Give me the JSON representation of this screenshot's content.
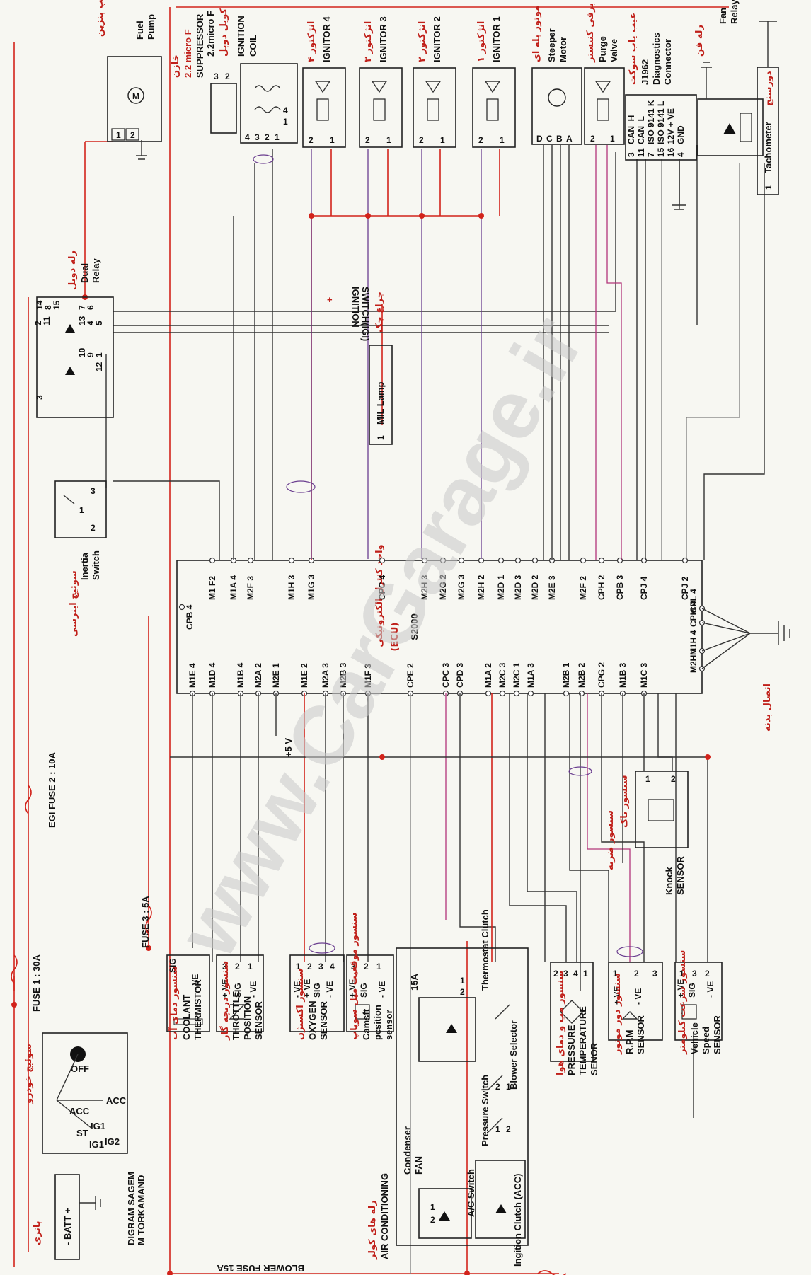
{
  "ecu": {
    "title_fa": "واحد کنترل الکترونیکی",
    "abbr": "(ECU)",
    "model": "S2000",
    "pins_top": [
      "M1 F2",
      "M1A 4",
      "M2F 3",
      "M1H 3",
      "M1G 3",
      "CPC 4",
      "M2H 3",
      "M2G 2",
      "M2G 3",
      "M2H 2",
      "M2D 1",
      "M2D 3",
      "M2D 2",
      "M2E 3",
      "M2F 2",
      "CPH 2",
      "CPB 3",
      "CPJ 4",
      "CPJ 2"
    ],
    "pins_bottom": [
      "M1E 4",
      "M1D 4",
      "M1B 4",
      "M2A 2",
      "M2E 1",
      "M1E 2",
      "M2A 3",
      "M2B 3",
      "M1F 3",
      "CPE 2",
      "CPC 3",
      "CPD 3",
      "M1A 2",
      "M2C 3",
      "M2C 1",
      "M1A 3",
      "M2B 1",
      "M2B 2",
      "CPG 2",
      "M1B 3",
      "M1C 3"
    ],
    "pin_left": "CPB 4",
    "pins_right": [
      "CPL 4",
      "CPM 4",
      "M1H 4",
      "M2H 1"
    ]
  },
  "body_ground_fa": "اتصال بدنه",
  "plus5v": "+5 V",
  "watermark": "www.CarGarage.ir",
  "battery": {
    "fa": "باتری",
    "label": "- BATT +"
  },
  "ignition_switch": {
    "fa": "سوئیچ خودرو",
    "positions": [
      "OFF",
      "ACC",
      "ACC",
      "IG1",
      "IG1",
      "ST",
      "IG2"
    ]
  },
  "credits": [
    "DIGRAM SAGEM",
    "M TORKAMAND"
  ],
  "fuses": {
    "f1": "FUSE 1 : 30A",
    "f2": "EGI FUSE 2 : 10A",
    "f3": "FUSE 3 : 5A",
    "blower": "BLOWER FUSE  15A",
    "ac15": "15A"
  },
  "inertia": {
    "fa": "سوئیچ اینرسی",
    "label": [
      "Inertia",
      "Switch"
    ],
    "pins": [
      "3",
      "2",
      "1"
    ]
  },
  "dual_relay": {
    "fa": "رله دوبل",
    "label": [
      "Dual",
      "Relay"
    ],
    "pins": [
      "14",
      "8",
      "15",
      "2",
      "11",
      "7",
      "6",
      "13",
      "4",
      "5",
      "10",
      "9",
      "1",
      "12",
      "3"
    ]
  },
  "fuel_pump": {
    "fa": "پمپ بنزین",
    "label": [
      "Fuel",
      "Pump"
    ],
    "pins": [
      "1",
      "2"
    ],
    "m": "M"
  },
  "coil": {
    "fa_top": "خازن",
    "cap_value": "2.2 micro F",
    "suppressor": "SUPPRESSOR",
    "cap_small": "2.2micro F",
    "fa": "کویل دوبل",
    "label": [
      "IGNITION",
      "COIL"
    ],
    "pins": [
      "3",
      "2",
      "4",
      "1",
      "4",
      "3",
      "2",
      "1"
    ]
  },
  "ignitors": [
    {
      "fa": "انژکتور ۴",
      "label": "IGNITOR 4",
      "pins": [
        "2",
        "1"
      ]
    },
    {
      "fa": "انژکتور ۳",
      "label": "IGNITOR 3",
      "pins": [
        "2",
        "1"
      ]
    },
    {
      "fa": "انژکتور ۲",
      "label": "IGNITOR 2",
      "pins": [
        "2",
        "1"
      ]
    },
    {
      "fa": "انژکتور ۱",
      "label": "IGNITOR 1",
      "pins": [
        "2",
        "1"
      ]
    }
  ],
  "stepper": {
    "fa": "موتور پله ای",
    "label": [
      "Steeper",
      "Motor"
    ],
    "pins": [
      "D",
      "C",
      "B",
      "A"
    ]
  },
  "purge": {
    "fa": "شیر برقی کنیستر",
    "label": [
      "Purge",
      "Valve"
    ],
    "pins": [
      "2",
      "1"
    ]
  },
  "diag": {
    "fa": "عیب یاب سوکت",
    "label": [
      "J1962",
      "Diagnostics",
      "Connector"
    ],
    "rows": [
      [
        "3",
        "CAN_H"
      ],
      [
        "11",
        "CAN_L"
      ],
      [
        "7",
        "ISO 9141 K"
      ],
      [
        "15",
        "ISO 9141 L"
      ],
      [
        "16",
        "12V + VE"
      ],
      [
        "4",
        "GND"
      ]
    ]
  },
  "fan_relay": {
    "fa": "رله فن",
    "label": [
      "Fan",
      "Relay"
    ]
  },
  "tacho": {
    "fa": "دورسنج",
    "label": "Tachometer",
    "pin": "1"
  },
  "mil": {
    "fa": "چراغ چک",
    "label": "MIL Lamp",
    "pin": "1",
    "ign": [
      "IGNITION",
      "SWITCH(IGI)"
    ],
    "plus": "+"
  },
  "coolant": {
    "fa": "سنسور دمای آب",
    "label": [
      "COOLANT",
      "THERMISTOR"
    ],
    "pins": [
      "SIG",
      "- VE"
    ]
  },
  "tps": {
    "fa": "سنسور دریچه گاز",
    "label": [
      "THROTTLE",
      "POSITION",
      "SENSOR"
    ],
    "pins": [
      "3",
      "2",
      "1",
      "+ VE",
      "SIG",
      "- VE"
    ]
  },
  "o2": {
    "fa": "سنسور اکسیژن",
    "label": [
      "OXYGEN",
      "SENSOR"
    ],
    "pins": [
      "1",
      "2",
      "3",
      "4",
      "- VE",
      "+ VE",
      "SIG",
      "- VE"
    ]
  },
  "cam": {
    "fa": "سنسور موقعیت میل سوپاپ",
    "label": [
      "Camsft",
      "pcsition",
      "sensor"
    ],
    "pins": [
      "3",
      "2",
      "1",
      "+ VE",
      "SIG",
      "- VE"
    ]
  },
  "ac": {
    "fa": "رله های کولر",
    "title": "AIR CONDITIONING",
    "condenser": [
      "Condenser",
      "FAN"
    ],
    "pressure": "Pressure Switch",
    "thermostat": "Thermostat Clutch",
    "blower": "Blower Selector",
    "acswitch": "A/C Switch",
    "ingition": "Ingition Clutch (ACC)",
    "nums": [
      "1",
      "2",
      "2",
      "1",
      "1",
      "2",
      "1",
      "2"
    ]
  },
  "map": {
    "fa": "سنسور مپ و دمای هوا",
    "label": [
      "PRESSURE",
      "TEMPERATURE",
      "SENOR"
    ],
    "pins": [
      "2",
      "3",
      "4",
      "1"
    ]
  },
  "rpm": {
    "fa": "سنسور دور موتور",
    "label": [
      "R.P.M",
      "SENSOR"
    ],
    "pins": [
      "1",
      "2",
      "3",
      "+ VE",
      "- VE"
    ]
  },
  "vss": {
    "fa": "سنسور سرعت کیلومتر",
    "label": [
      "Vehicle",
      "Speed",
      "SENSOR"
    ],
    "pins": [
      "1",
      "3",
      "2",
      "+ VE",
      "SIG",
      "- VE"
    ]
  },
  "knock": {
    "fa": "سنسور ضربه",
    "fa2": "سنسور ناک",
    "label": [
      "Knock",
      "SENSOR"
    ],
    "pins": [
      "1",
      "2"
    ]
  }
}
